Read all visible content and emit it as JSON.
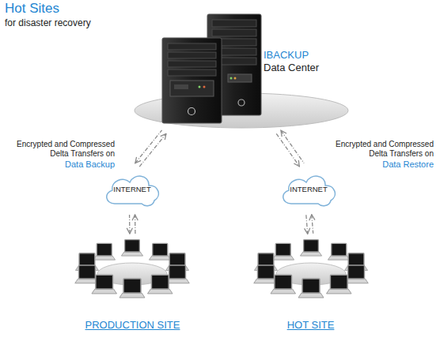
{
  "diagram": {
    "title": "Hot Sites",
    "nodes": [
      {
        "text": [
          "IBACKUP",
          "Data Center"
        ]
      },
      {
        "text": [
          "INTERNET"
        ]
      },
      {
        "text": [
          "INTERNET"
        ]
      },
      {
        "text": [
          "PRODUCTION SITE"
        ]
      },
      {
        "text": [
          "HOT SITE"
        ]
      }
    ],
    "edges": [
      {
        "from": 3,
        "to": 1,
        "arrow": "both"
      },
      {
        "from": 1,
        "to": 0,
        "arrow": "both"
      },
      {
        "from": 0,
        "to": 2,
        "arrow": "both"
      },
      {
        "from": 2,
        "to": 4,
        "arrow": "both"
      }
    ],
    "labels": [
      "for disaster recovery",
      "Encrypted and Compressed Delta Transfers on",
      "Data Backup",
      "Encrypted and Compressed Delta Transfers on",
      "Data Restore"
    ]
  }
}
